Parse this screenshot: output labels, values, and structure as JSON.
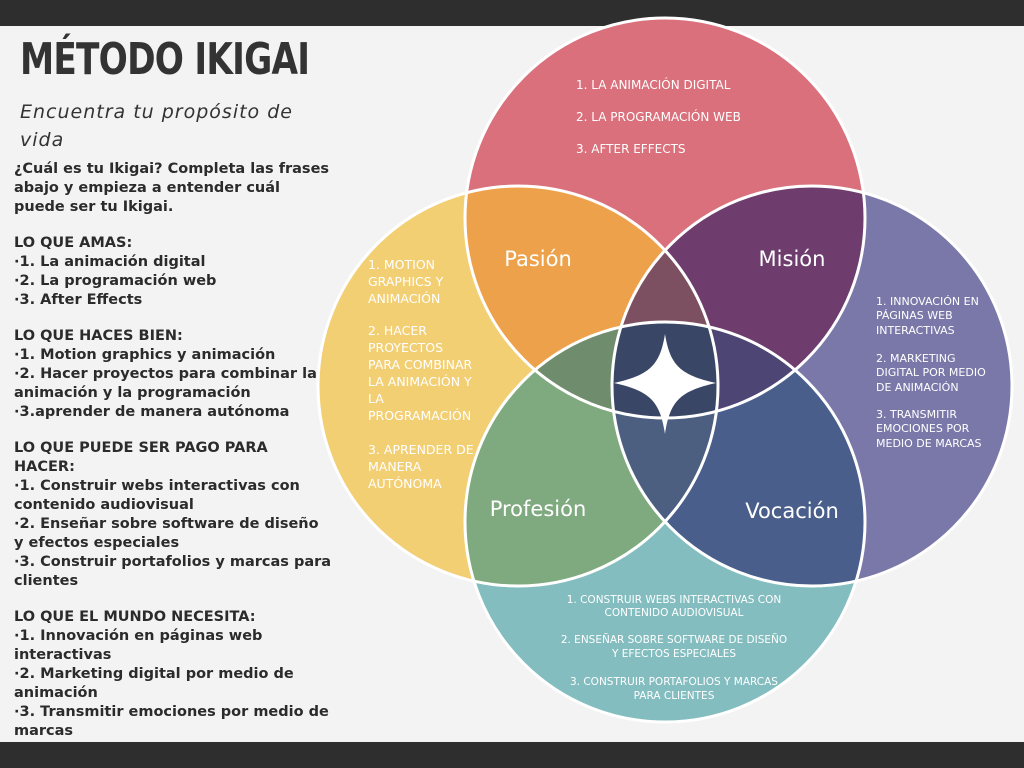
{
  "header": {
    "title": "MÉTODO IKIGAI",
    "subtitle": "Encuentra tu propósito de vida"
  },
  "intro": "¿Cuál es tu Ikigai? Completa las frases abajo y empieza a entender cuál puede ser tu Ikigai.",
  "sections": [
    {
      "heading": "LO QUE AMAS:",
      "items": [
        "·1. La animación digital",
        "·2. La programación web",
        "·3. After Effects"
      ]
    },
    {
      "heading": "LO QUE HACES BIEN:",
      "items": [
        "·1. Motion graphics y animación",
        "·2. Hacer proyectos para combinar la animación y la programación",
        "·3.aprender de manera autónoma"
      ]
    },
    {
      "heading": "LO QUE PUEDE SER PAGO PARA HACER:",
      "items": [
        "·1. Construir webs interactivas con contenido audiovisual",
        "·2. Enseñar sobre software de diseño y efectos especiales",
        "·3. Construir portafolios y marcas para clientes"
      ]
    },
    {
      "heading": "LO QUE EL MUNDO NECESITA:",
      "items": [
        "·1. Innovación en páginas web interactivas",
        "·2. Marketing digital por medio de animación",
        "·3. Transmitir emociones por medio de marcas"
      ]
    }
  ],
  "diagram": {
    "labels": {
      "pasion": "Pasión",
      "mision": "Misión",
      "profesion": "Profesión",
      "vocacion": "Vocación"
    },
    "top_circle": [
      "1. LA ANIMACIÓN DIGITAL",
      "2. LA PROGRAMACIÓN WEB",
      "3. AFTER EFFECTS"
    ],
    "left_circle": [
      [
        "1. MOTION",
        "GRAPHICS Y",
        "ANIMACIÓN"
      ],
      [
        "2. HACER",
        "PROYECTOS",
        "PARA COMBINAR",
        "LA ANIMACIÓN Y",
        "LA",
        "PROGRAMACIÓN"
      ],
      [
        "3. APRENDER DE",
        "MANERA",
        "AUTÓNOMA"
      ]
    ],
    "right_circle": [
      [
        "1. INNOVACIÓN EN",
        "PÁGINAS WEB",
        "INTERACTIVAS"
      ],
      [
        "2. MARKETING",
        "DIGITAL POR MEDIO",
        "DE ANIMACIÓN"
      ],
      [
        "3. TRANSMITIR",
        "EMOCIONES POR",
        "MEDIO DE MARCAS"
      ]
    ],
    "bottom_circle": [
      [
        "1. CONSTRUIR WEBS INTERACTIVAS CON",
        "CONTENIDO AUDIOVISUAL"
      ],
      [
        "2. ENSEÑAR SOBRE SOFTWARE DE DISEÑO",
        "Y EFECTOS ESPECIALES"
      ],
      [
        "3. CONSTRUIR PORTAFOLIOS Y MARCAS",
        "PARA CLIENTES"
      ]
    ],
    "center_icon": "four-point-star-icon",
    "colors": {
      "top": "#d9707b",
      "left": "#f3cf74",
      "right": "#7a78a8",
      "bottom": "#83bdbf",
      "pasion": "#eda14a",
      "mision": "#6e3d6e",
      "profesion": "#7fa97f",
      "vocacion": "#4a5e8c",
      "center": "#3a4666",
      "top_inner": "#7c5060",
      "left_inner": "#6f8c6c",
      "right_inner": "#4d4573",
      "bottom_inner": "#4d5f80"
    }
  }
}
